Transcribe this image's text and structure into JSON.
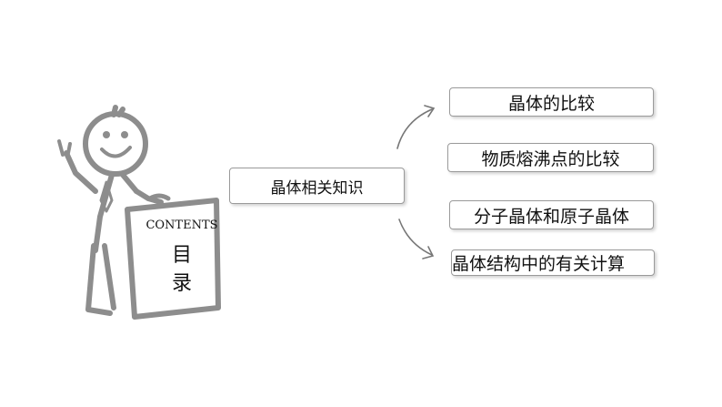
{
  "sign": {
    "heading": "CONTENTS",
    "title_line1": "目",
    "title_line2": "录"
  },
  "topic": "晶体相关知识",
  "items": [
    {
      "label": "晶体的比较"
    },
    {
      "label": "物质熔沸点的比较"
    },
    {
      "label": "分子晶体和原子晶体"
    },
    {
      "label": "晶体结构中的有关计算"
    }
  ]
}
